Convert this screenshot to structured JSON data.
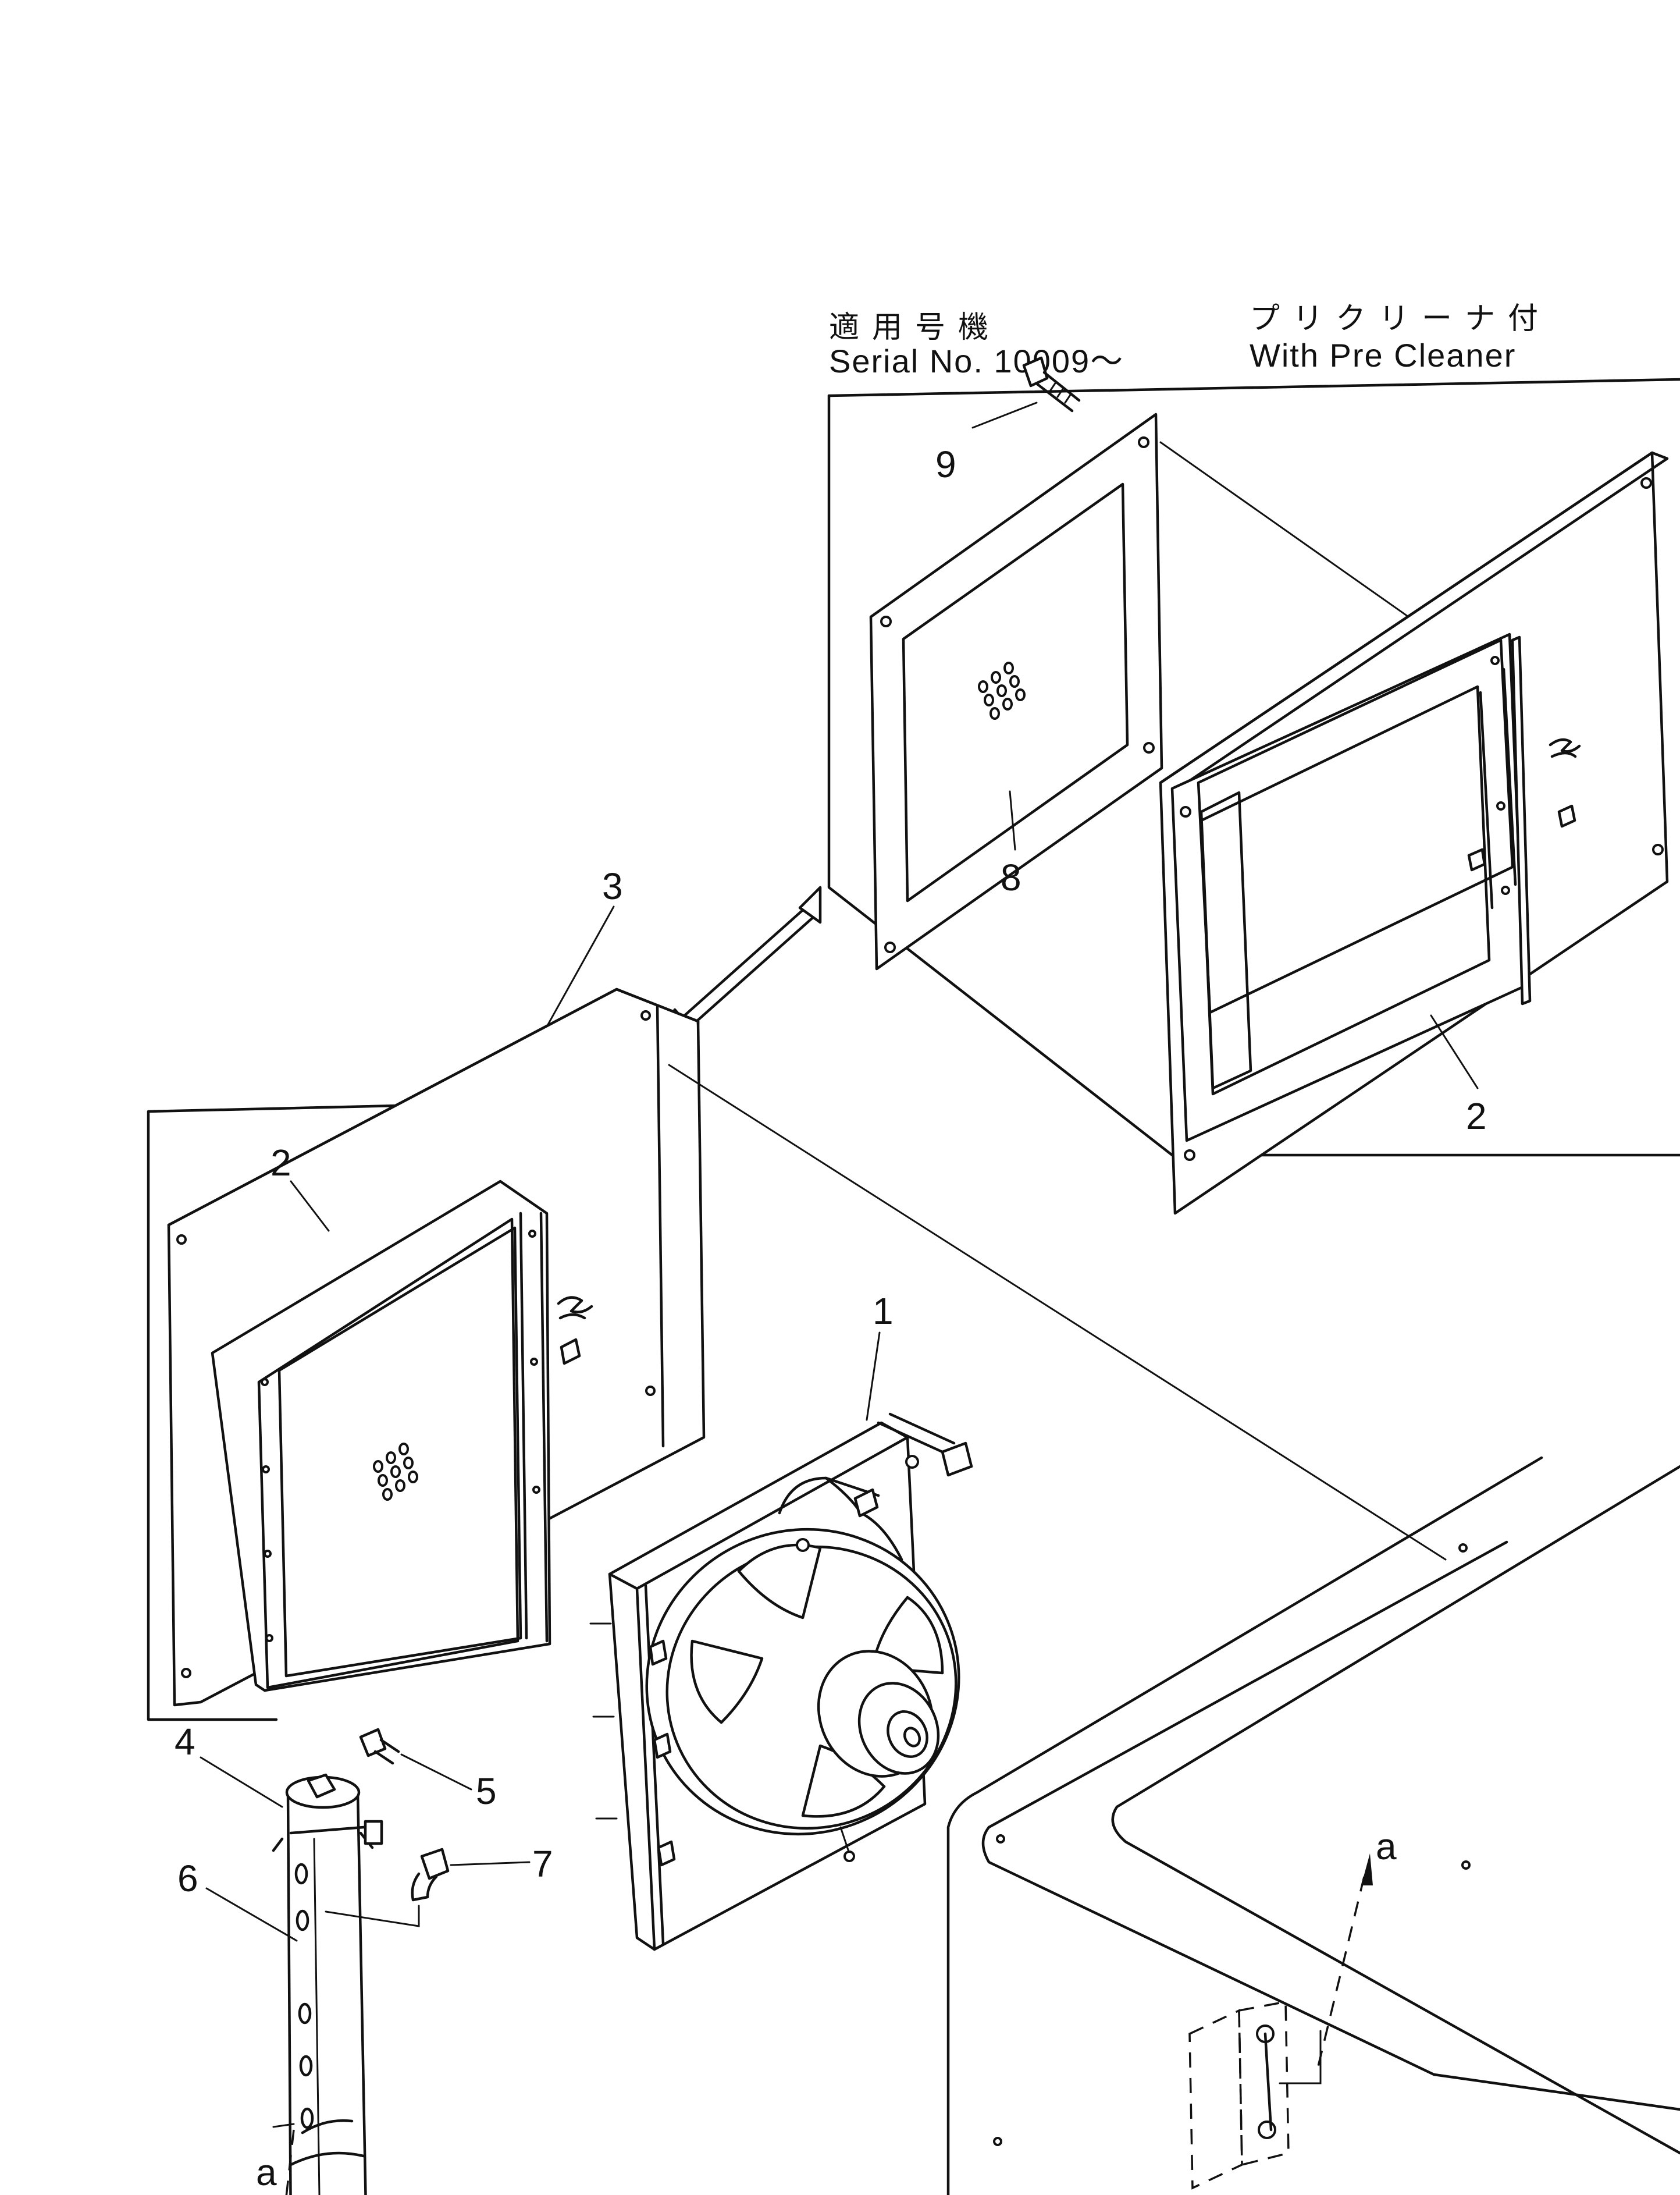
{
  "header": {
    "serial_jp": "適用号機",
    "serial_en": "Serial No. 10009～",
    "precleaner_jp": "プリクリーナ付",
    "precleaner_en": "With Pre Cleaner"
  },
  "callouts": {
    "p1": "1",
    "p2_left": "2",
    "p2_right": "2",
    "p3": "3",
    "p4": "4",
    "p5": "5",
    "p6": "6",
    "p7": "7",
    "p8": "8",
    "p9": "9",
    "a_bottom": "a",
    "a_right": "a"
  },
  "icons": [
    "bolt-icon",
    "fan-motor-icon",
    "receiver-drier-icon",
    "double-arrow-icon"
  ]
}
